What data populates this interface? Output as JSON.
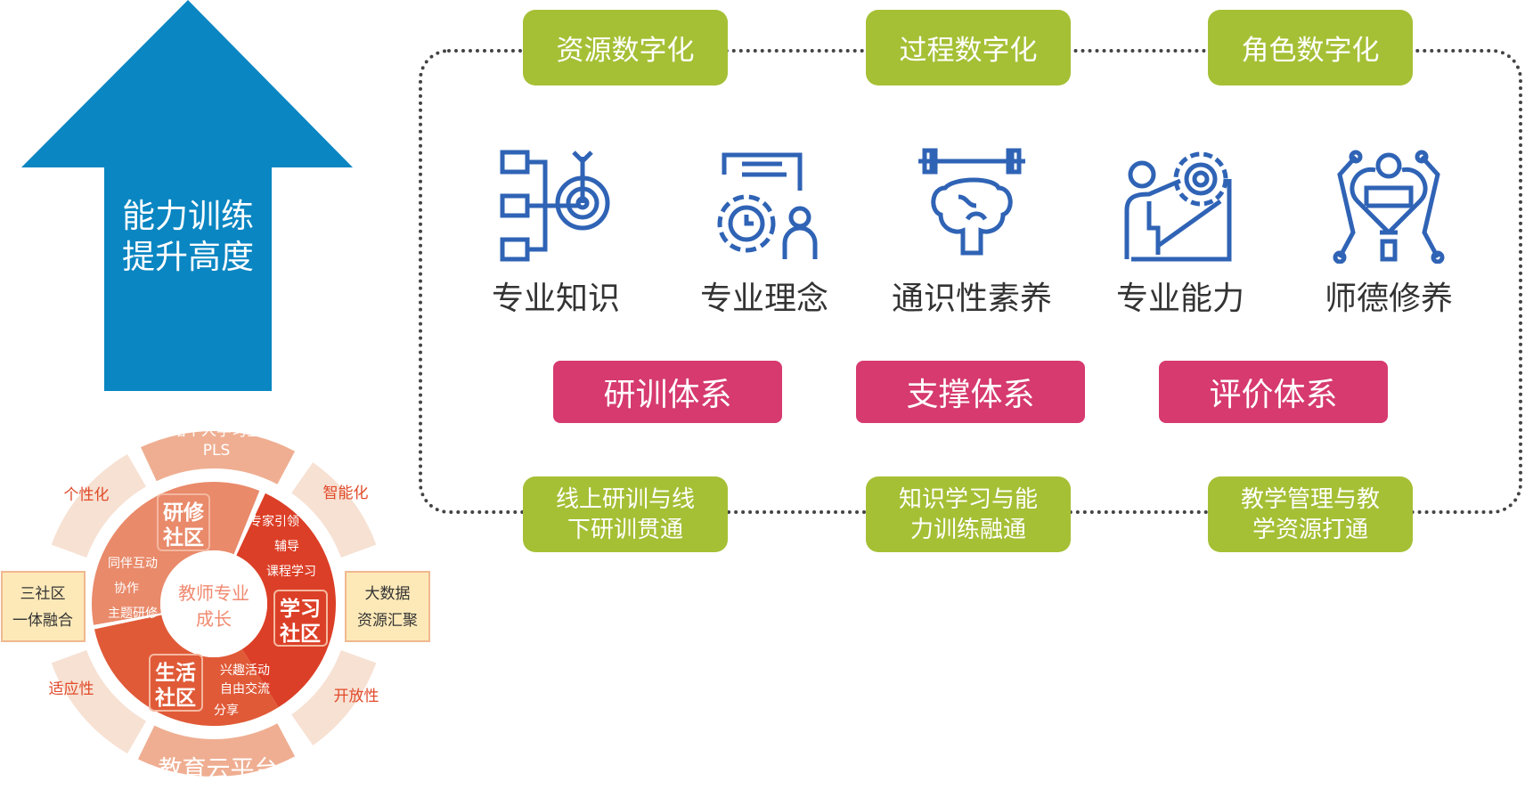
{
  "arrow": {
    "line1": "能力训练",
    "line2": "提升高度"
  },
  "top_tags": [
    "资源数字化",
    "过程数字化",
    "角色数字化"
  ],
  "competencies": [
    {
      "label": "专业知识",
      "icon": "target-checklist-icon"
    },
    {
      "label": "专业理念",
      "icon": "gear-clipboard-icon"
    },
    {
      "label": "通识性素养",
      "icon": "brain-dumbbell-icon"
    },
    {
      "label": "专业能力",
      "icon": "person-gear-icon"
    },
    {
      "label": "师德修养",
      "icon": "heart-person-icon"
    }
  ],
  "systems": [
    "研训体系",
    "支撑体系",
    "评价体系"
  ],
  "bottom_tags": [
    {
      "l1": "线上研训与线",
      "l2": "下研训贯通"
    },
    {
      "l1": "知识学习与能",
      "l2": "力训练融通"
    },
    {
      "l1": "教学管理与教",
      "l2": "学资源打通"
    }
  ],
  "cycle": {
    "top_band": {
      "l1": "网络个人学习空间",
      "l2": "PLS"
    },
    "bottom_band": "教育云平台",
    "left_box": {
      "l1": "三社区",
      "l2": "一体融合"
    },
    "right_box": {
      "l1": "大数据",
      "l2": "资源汇聚"
    },
    "traits": [
      "个性化",
      "智能化",
      "适应性",
      "开放性"
    ],
    "center": {
      "l1": "教师专业",
      "l2": "成长"
    },
    "communities": [
      {
        "l1": "研修",
        "l2": "社区",
        "items": [
          "同伴互动",
          "协作",
          "主题研修"
        ]
      },
      {
        "l1": "学习",
        "l2": "社区",
        "items": [
          "专家引领",
          "辅导",
          "课程学习"
        ]
      },
      {
        "l1": "生活",
        "l2": "社区",
        "items": [
          "兴趣活动",
          "自由交流",
          "分享"
        ]
      }
    ]
  },
  "colors": {
    "arrow": "#0a86c2",
    "green": "#a5c035",
    "pink": "#d63a6e",
    "icon": "#2f63b5"
  }
}
